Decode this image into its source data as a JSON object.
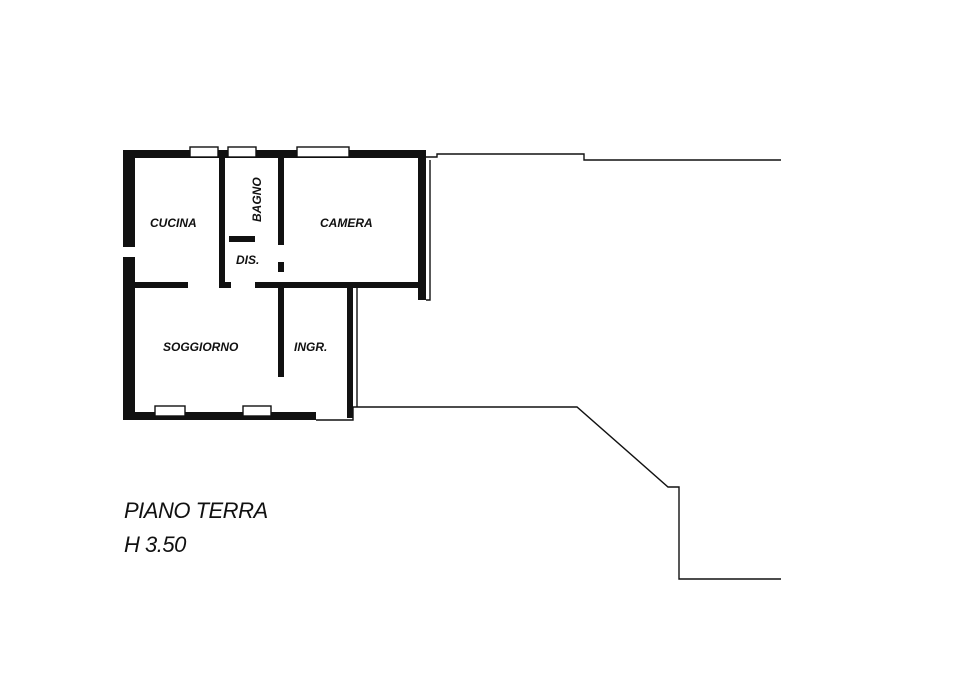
{
  "rooms": {
    "cucina": "CUCINA",
    "bagno": "BAGNO",
    "camera": "CAMERA",
    "dis": "DIS.",
    "soggiorno": "SOGGIORNO",
    "ingr": "INGR."
  },
  "caption": {
    "floor": "PIANO TERRA",
    "height": "H 3.50"
  },
  "colors": {
    "ink": "#111111",
    "background": "#ffffff"
  }
}
